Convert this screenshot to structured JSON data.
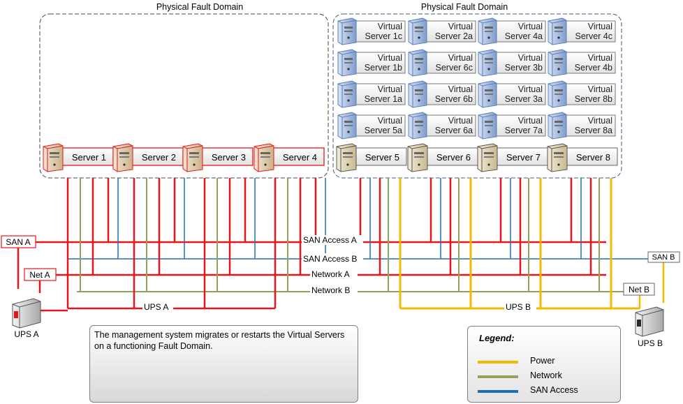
{
  "domains": [
    {
      "title": "Physical Fault Domain"
    },
    {
      "title": "Physical Fault Domain"
    }
  ],
  "servers": [
    {
      "label": "Server 1",
      "state": "failed"
    },
    {
      "label": "Server 2",
      "state": "failed"
    },
    {
      "label": "Server 3",
      "state": "failed"
    },
    {
      "label": "Server 4",
      "state": "failed"
    },
    {
      "label": "Server 5",
      "state": "ok"
    },
    {
      "label": "Server 6",
      "state": "ok"
    },
    {
      "label": "Server 7",
      "state": "ok"
    },
    {
      "label": "Server 8",
      "state": "ok"
    }
  ],
  "virtual_servers": {
    "prefix": "Virtual",
    "rows": [
      [
        "Server 1c",
        "Server 2a",
        "Server 4a",
        "Server 4c"
      ],
      [
        "Server 1b",
        "Server 6c",
        "Server 3b",
        "Server 4b"
      ],
      [
        "Server 1a",
        "Server 6b",
        "Server 3a",
        "Server 8b"
      ],
      [
        "Server 5a",
        "Server 6a",
        "Server 7a",
        "Server 8a"
      ]
    ]
  },
  "connectors": {
    "san_a": "SAN A",
    "net_a": "Net A",
    "san_b": "SAN B",
    "net_b": "Net B"
  },
  "ups": {
    "a": "UPS A",
    "b": "UPS B"
  },
  "buses": {
    "san_access_a": "SAN Access A",
    "san_access_b": "SAN Access B",
    "network_a": "Network A",
    "network_b": "Network B",
    "ups_a": "UPS A",
    "ups_b": "UPS B"
  },
  "note": "The management system migrates or restarts the Virtual Servers on a functioning Fault Domain.",
  "legend": {
    "title": "Legend:",
    "items": [
      {
        "label": "Power",
        "color": "#f5b800"
      },
      {
        "label": "Network",
        "color": "#8fa35a"
      },
      {
        "label": "SAN Access",
        "color": "#1f6fb5"
      }
    ]
  },
  "colors": {
    "failed": "#e8141c",
    "power": "#f5b800",
    "network": "#8fa35a",
    "san": "#1f6fb5",
    "virtual": "#5b7fb8"
  }
}
